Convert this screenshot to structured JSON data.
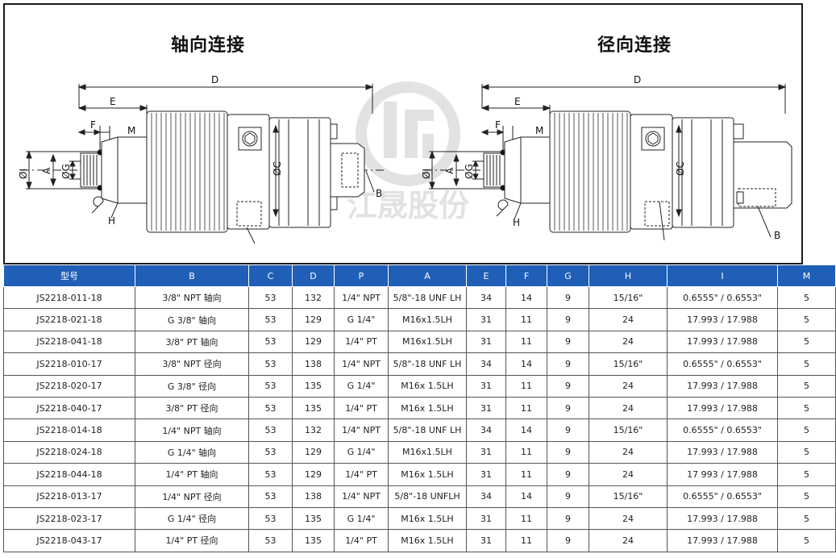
{
  "titles": {
    "axial": "轴向连接",
    "radial": "径向连接"
  },
  "dim_labels": {
    "D": "D",
    "E": "E",
    "F": "F",
    "M": "M",
    "I": "ØI",
    "A": "A",
    "G": "ØG",
    "C": "ØC",
    "B": "B",
    "H": "H"
  },
  "watermark_text": "江晟股份",
  "table": {
    "headers": [
      "型号",
      "B",
      "C",
      "D",
      "P",
      "A",
      "E",
      "F",
      "G",
      "H",
      "I",
      "M"
    ],
    "rows": [
      [
        "JS2218-011-18",
        "3/8\" NPT 轴向",
        "53",
        "132",
        "1/4\" NPT",
        "5/8\"-18 UNF LH",
        "34",
        "14",
        "9",
        "15/16\"",
        "0.6555\" / 0.6553\"",
        "5"
      ],
      [
        "JS2218-021-18",
        "G 3/8\" 轴向",
        "53",
        "129",
        "G 1/4\"",
        "M16x1.5LH",
        "31",
        "11",
        "9",
        "24",
        "17.993 / 17.988",
        "5"
      ],
      [
        "JS2218-041-18",
        "3/8\" PT 轴向",
        "53",
        "129",
        "1/4\" PT",
        "M16x1.5LH",
        "31",
        "11",
        "9",
        "24",
        "17.993 / 17.988",
        "5"
      ],
      [
        "JS2218-010-17",
        "3/8\" NPT 径向",
        "53",
        "138",
        "1/4\" NPT",
        "5/8\"-18 UNF LH",
        "34",
        "14",
        "9",
        "15/16\"",
        "0.6555\" / 0.6553\"",
        "5"
      ],
      [
        "JS2218-020-17",
        "G 3/8\" 径向",
        "53",
        "135",
        "G 1/4\"",
        "M16x 1.5LH",
        "31",
        "11",
        "9",
        "24",
        "17.993 / 17.988",
        "5"
      ],
      [
        "JS2218-040-17",
        "3/8\" PT 径向",
        "53",
        "135",
        "1/4\" PT",
        "M16x 1.5LH",
        "31",
        "11",
        "9",
        "24",
        "17.993 / 17.988",
        "5"
      ],
      [
        "JS2218-014-18",
        "1/4\" NPT 轴向",
        "53",
        "132",
        "1/4\" NPT",
        "5/8\"-18 UNF LH",
        "34",
        "14",
        "9",
        "15/16\"",
        "0.6555\" / 0.6553\"",
        "5"
      ],
      [
        "JS2218-024-18",
        "G 1/4\" 轴向",
        "53",
        "129",
        "G 1/4\"",
        "M16x1.5LH",
        "31",
        "11",
        "9",
        "24",
        "17.993 / 17.988",
        "5"
      ],
      [
        "JS2218-044-18",
        "1/4\" PT 轴向",
        "53",
        "129",
        "1/4\" PT",
        "M16x 1.5LH",
        "31",
        "11",
        "9",
        "24",
        "17 993 / 17.988",
        "5"
      ],
      [
        "JS2218-013-17",
        "1/4\" NPT 径向",
        "53",
        "138",
        "1/4\" NPT",
        "5/8\"-18 UNFLH",
        "34",
        "14",
        "9",
        "15/16\"",
        "0.6555\" / 0.6553\"",
        "5"
      ],
      [
        "JS2218-023-17",
        "G 1/4\" 径向",
        "53",
        "135",
        "G 1/4\"",
        "M16x 1.5LH",
        "31",
        "11",
        "9",
        "24",
        "17.993 / 17.988",
        "5"
      ],
      [
        "JS2218-043-17",
        "1/4\" PT 径向",
        "53",
        "135",
        "1/4\" PT",
        "M16x 1.5LH",
        "31",
        "11",
        "9",
        "24",
        "17.993 / 17.988",
        "5"
      ]
    ]
  }
}
